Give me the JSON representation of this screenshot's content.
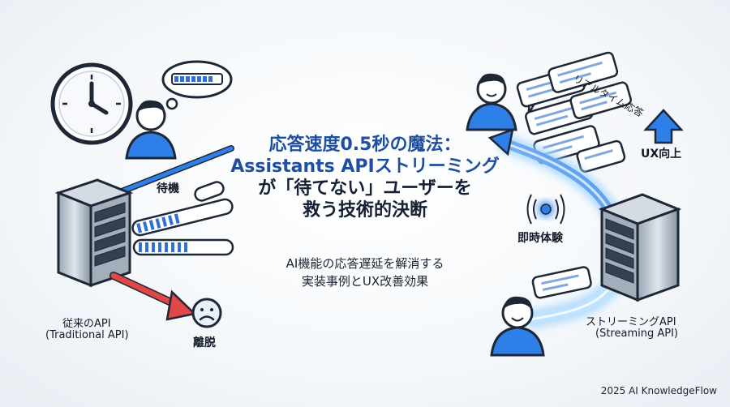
{
  "title": {
    "line1": "応答速度0.5秒の魔法：",
    "line2": "Assistants APIストリーミング",
    "line3": "が「待てない」ユーザーを",
    "line4": "救う技術的決断"
  },
  "subtitle": {
    "line1": "AI機能の応答遅延を解消する",
    "line2": "実装事例とUX改善効果"
  },
  "left": {
    "waiting_label": "待機",
    "traditional_label_1": "従来のAPI",
    "traditional_label_2": "(Traditional API)",
    "churn_label": "離脱"
  },
  "right": {
    "realtime_label": "リアルタイム応答",
    "ux_label": "UX向上",
    "instant_label": "即時体験",
    "streaming_label_1": "ストリーミングAPI",
    "streaming_label_2": "(Streaming API)"
  },
  "credit": "2025 AI KnowledgeFlow",
  "colors": {
    "title_blue": "#1f4f9e",
    "accent_blue": "#2f7fe8",
    "stream_glow": "#7fc3ff",
    "alert_red": "#e04848"
  },
  "icons": [
    "clock-icon",
    "thought-bubble-icon",
    "user-avatar-icon",
    "server-icon",
    "sad-face-icon",
    "chat-bubble-icon",
    "signal-icon",
    "up-arrow-icon"
  ]
}
